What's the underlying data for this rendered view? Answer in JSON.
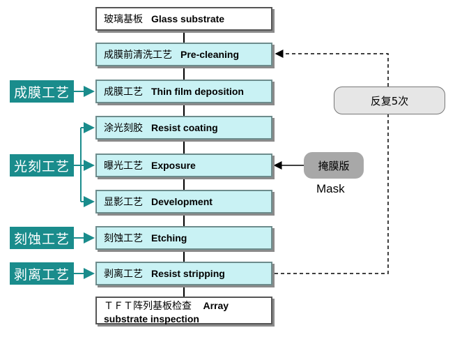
{
  "steps": [
    {
      "zh": "玻璃基板",
      "en": "Glass substrate"
    },
    {
      "zh": "成膜前清洗工艺",
      "en": "Pre-cleaning"
    },
    {
      "zh": "成膜工艺",
      "en": "Thin film deposition"
    },
    {
      "zh": "涂光刻胶",
      "en": "Resist coating"
    },
    {
      "zh": "曝光工艺",
      "en": "Exposure"
    },
    {
      "zh": "显影工艺",
      "en": "Development"
    },
    {
      "zh": "刻蚀工艺",
      "en": "Etching"
    },
    {
      "zh": "剥离工艺",
      "en": "Resist stripping"
    },
    {
      "zh": "ＴＦＴ阵列基板检查",
      "en": "Array substrate inspection"
    }
  ],
  "categories": [
    "成膜工艺",
    "光刻工艺",
    "刻蚀工艺",
    "剥离工艺"
  ],
  "repeat_label": "反复5次",
  "mask": {
    "zh": "掩膜版",
    "en": "Mask"
  },
  "colors": {
    "step_fill": "#c9f2f4",
    "category_fill": "#1a8c8c",
    "line": "#000000"
  }
}
